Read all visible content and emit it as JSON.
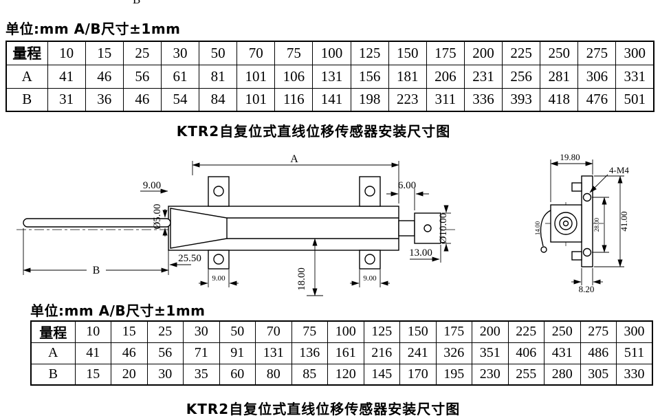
{
  "page": {
    "background": "#ffffff",
    "ink": "#000000",
    "top_partial_dim_label": "B"
  },
  "section_top": {
    "units_note": "单位:mm A/B尺寸±1mm",
    "caption": "KTR2自复位式直线位移传感器安装尺寸图"
  },
  "table1": {
    "header_label": "量程",
    "columns": [
      "10",
      "15",
      "25",
      "30",
      "50",
      "70",
      "75",
      "100",
      "125",
      "150",
      "175",
      "200",
      "225",
      "250",
      "275",
      "300"
    ],
    "rows": [
      {
        "label": "A",
        "values": [
          "41",
          "46",
          "56",
          "61",
          "81",
          "101",
          "106",
          "131",
          "156",
          "181",
          "206",
          "231",
          "256",
          "281",
          "306",
          "331"
        ]
      },
      {
        "label": "B",
        "values": [
          "31",
          "36",
          "46",
          "54",
          "84",
          "101",
          "116",
          "141",
          "198",
          "223",
          "311",
          "336",
          "393",
          "418",
          "476",
          "501"
        ]
      }
    ]
  },
  "section_bottom": {
    "units_note": "单位:mm A/B尺寸±1mm",
    "caption": "KTR2自复位式直线位移传感器安装尺寸图"
  },
  "table2": {
    "header_label": "量程",
    "columns": [
      "10",
      "15",
      "25",
      "30",
      "50",
      "70",
      "75",
      "100",
      "125",
      "150",
      "175",
      "200",
      "225",
      "250",
      "275",
      "300"
    ],
    "rows": [
      {
        "label": "A",
        "values": [
          "41",
          "46",
          "56",
          "71",
          "91",
          "131",
          "136",
          "161",
          "216",
          "241",
          "326",
          "351",
          "406",
          "431",
          "486",
          "511"
        ]
      },
      {
        "label": "B",
        "values": [
          "15",
          "20",
          "30",
          "35",
          "60",
          "80",
          "85",
          "120",
          "145",
          "170",
          "195",
          "230",
          "255",
          "280",
          "305",
          "330"
        ]
      }
    ]
  },
  "drawing": {
    "dims": {
      "overall_length_label": "A",
      "rod_length_label": "B",
      "left_offset": "9.00",
      "rod_diameter": "Ø5.00",
      "shaft_step": "6.00",
      "shaft_diameter": "Ø10.00",
      "boot_length": "25.50",
      "tip_length": "13.00",
      "slot_depth": "18.00",
      "tab_offset_left": "9.00",
      "tab_offset_right": "9.00",
      "end_width": "19.80",
      "screw_spec": "4-M4",
      "end_height": "41.00",
      "hole_spacing": "28.00",
      "plate_thickness": "8.20",
      "side_dim": "14.00"
    }
  }
}
